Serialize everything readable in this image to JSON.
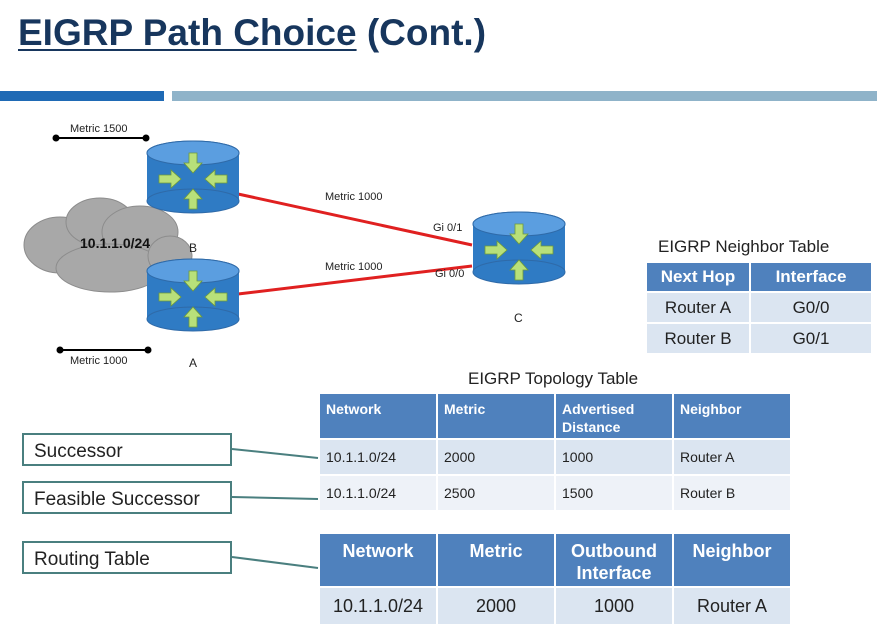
{
  "slide": {
    "title_main": "EIGRP Path Choice",
    "title_suffix": " (Cont.)",
    "colors": {
      "title": "#17365d",
      "bar_left": "#1f6ab5",
      "bar_right": "#8fb3c9",
      "header_fill": "#4f81bd",
      "cell_fill": "#dbe5f1",
      "link": "#e02020"
    }
  },
  "diagram": {
    "cloud_label": "10.1.1.0/24",
    "metric_top": "Metric 1500",
    "metric_bottom": "Metric 1000",
    "link_b_c_metric": "Metric 1000",
    "link_a_c_metric": "Metric 1000",
    "iface_gi01": "Gi 0/1",
    "iface_gi00": "Gi 0/0",
    "router_b": "B",
    "router_a": "A",
    "router_c": "C"
  },
  "neighbor_table": {
    "title": "EIGRP Neighbor Table",
    "headers": [
      "Next Hop",
      "Interface"
    ],
    "rows": [
      [
        "Router A",
        "G0/0"
      ],
      [
        "Router B",
        "G0/1"
      ]
    ]
  },
  "topology_table": {
    "title": "EIGRP Topology Table",
    "headers": [
      "Network",
      "Metric",
      "Advertised Distance",
      "Neighbor"
    ],
    "rows": [
      [
        "10.1.1.0/24",
        "2000",
        "1000",
        "Router A"
      ],
      [
        "10.1.1.0/24",
        "2500",
        "1500",
        "Router B"
      ]
    ]
  },
  "routing_table": {
    "headers": [
      "Network",
      "Metric",
      "Outbound Interface",
      "Neighbor"
    ],
    "rows": [
      [
        "10.1.1.0/24",
        "2000",
        "1000",
        "Router A"
      ]
    ]
  },
  "callouts": {
    "successor": "Successor",
    "feasible_successor": "Feasible Successor",
    "routing_table": "Routing Table"
  }
}
